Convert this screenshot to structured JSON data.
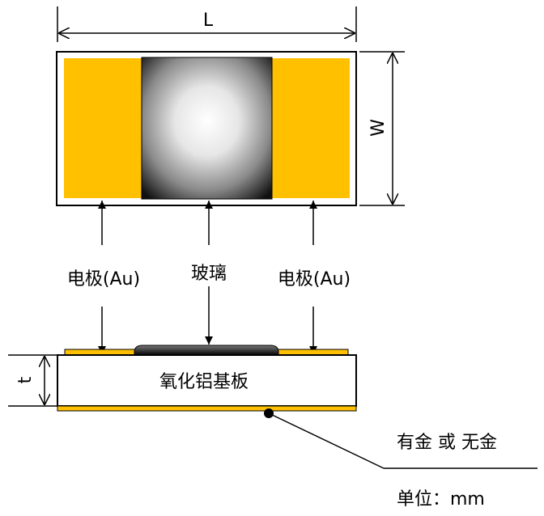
{
  "top_view": {
    "length_label": "L",
    "width_label": "W"
  },
  "callouts": {
    "electrode_left": "电极(Au)",
    "glass": "玻璃",
    "electrode_right": "电极(Au)"
  },
  "side_view": {
    "thickness_label": "t",
    "substrate_label": "氧化铝基板",
    "back_plating_label": "有金 或 无金"
  },
  "unit_label": "单位：mm",
  "colors": {
    "gold": "#FFC000",
    "outline": "#000000",
    "glass_center": "#ffffff",
    "glass_edge": "#111111"
  }
}
